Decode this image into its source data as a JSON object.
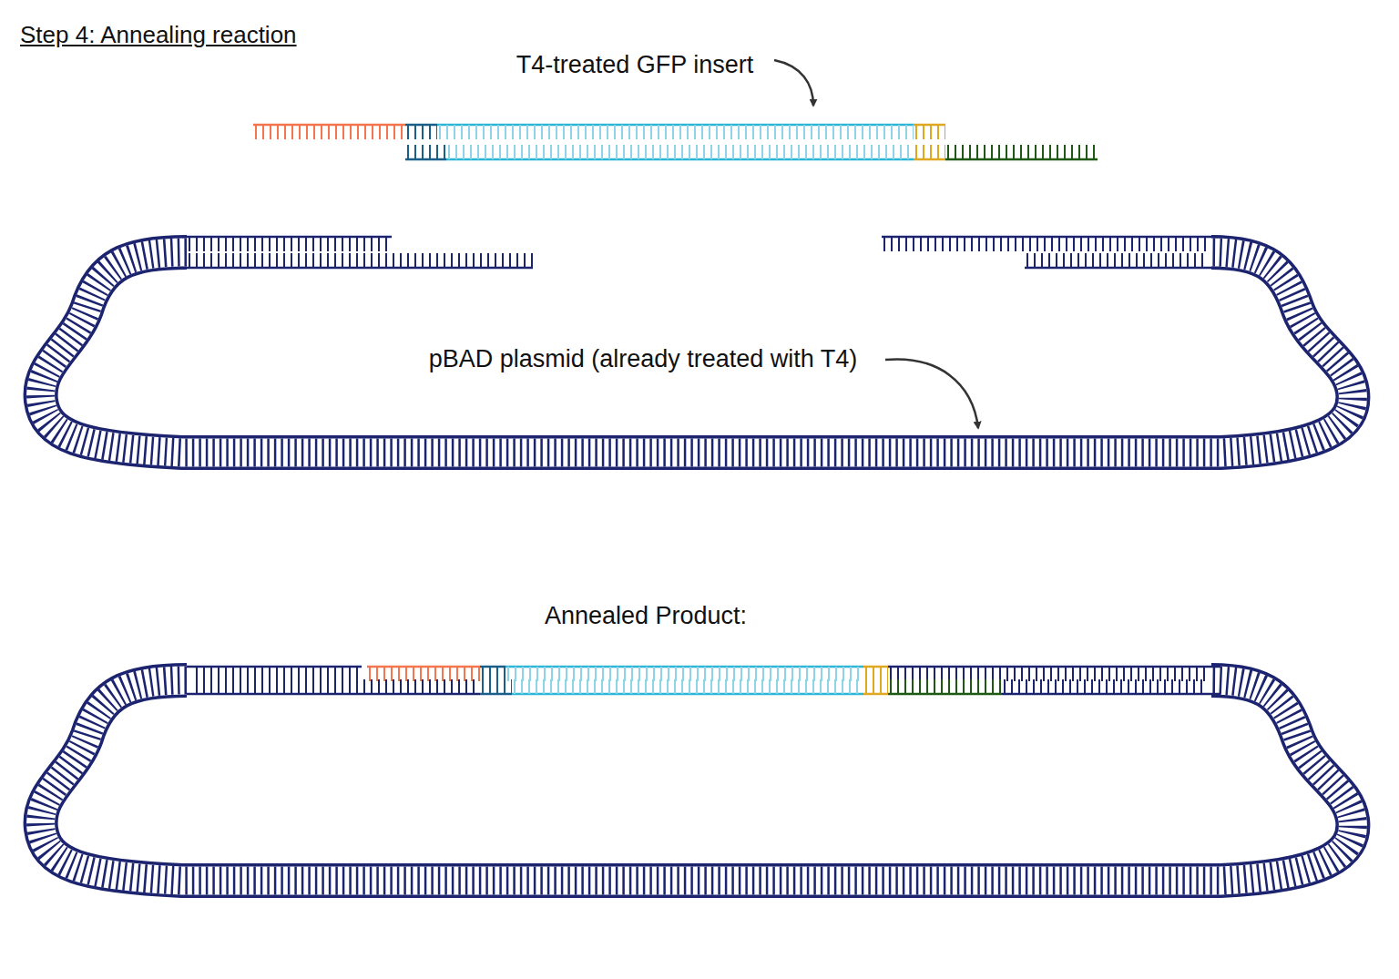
{
  "diagram": {
    "title": "Step 4: Annealing reaction",
    "labels": [
      "T4-treated GFP insert",
      "pBAD plasmid (already treated with T4)",
      "Annealed Product:"
    ]
  }
}
